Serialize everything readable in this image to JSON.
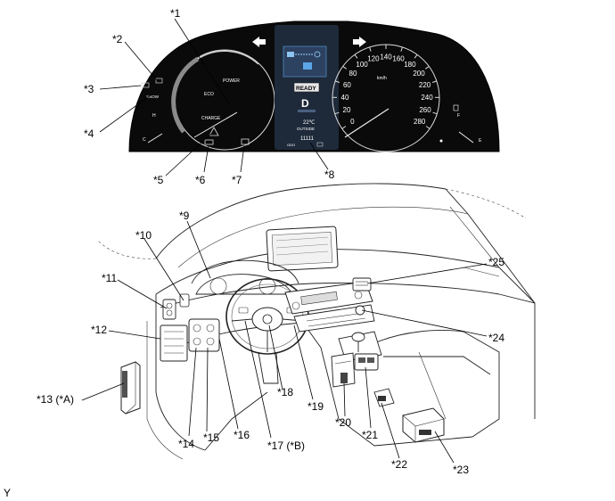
{
  "cluster": {
    "power_label": "POWER",
    "eco_label": "ECO",
    "charge_label": "CHARGE",
    "snow_label": "SNOW",
    "h_label": "H",
    "c_label": "C",
    "e_label": "E",
    "f_label": "F",
    "speed_unit": "km/h",
    "speed_ticks": [
      "0",
      "20",
      "40",
      "60",
      "80",
      "100",
      "120",
      "140",
      "160",
      "180",
      "200",
      "220",
      "240",
      "260",
      "280"
    ],
    "shift_position": "D",
    "ready_label": "READY",
    "outside_label": "OUTSIDE",
    "outside_temp": "22℃",
    "odometer": "11111",
    "odo_label": "ODO"
  },
  "callouts": [
    "*1",
    "*2",
    "*3",
    "*4",
    "*5",
    "*6",
    "*7",
    "*8",
    "*9",
    "*10",
    "*11",
    "*12",
    "*13 (*A)",
    "*14",
    "*15",
    "*16",
    "*17 (*B)",
    "*18",
    "*19",
    "*20",
    "*21",
    "*22",
    "*23",
    "*24",
    "*25"
  ],
  "footer_mark": "Y",
  "colors": {
    "cluster_bg": "#0a0a0a",
    "center_panel": "#1e2a3a",
    "info_blue": "#5aa6e6"
  }
}
